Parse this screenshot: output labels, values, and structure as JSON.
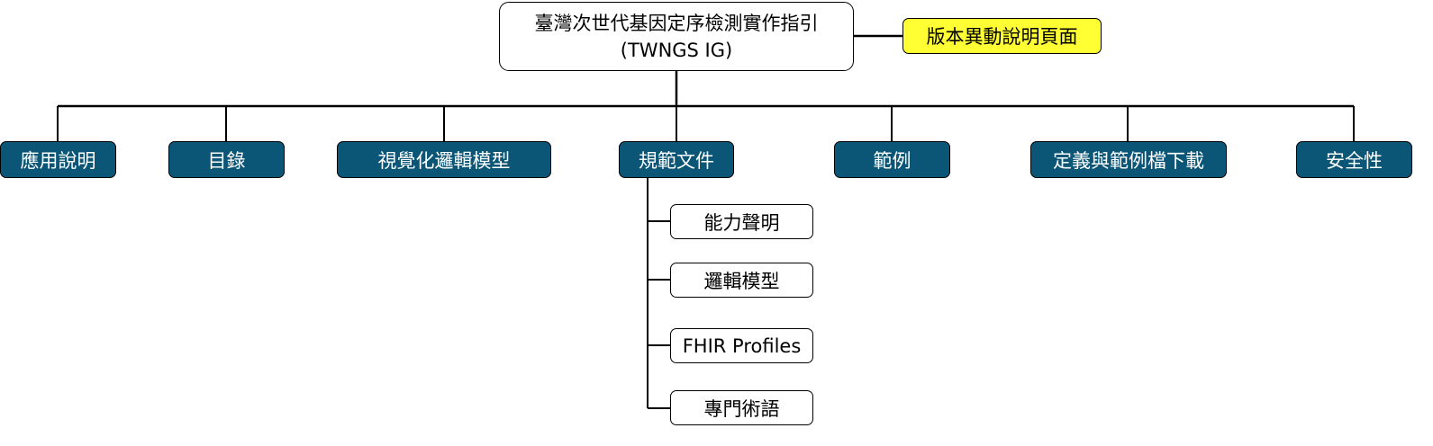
{
  "colors": {
    "section_fill": "#0b5676",
    "highlight_fill": "#ffff33",
    "line": "#000000"
  },
  "root": {
    "title_line1": "臺灣次世代基因定序檢測實作指引",
    "title_line2": "(TWNGS IG)"
  },
  "version_note": "版本異動說明頁面",
  "sections": [
    {
      "label": "應用說明"
    },
    {
      "label": "目錄"
    },
    {
      "label": "視覺化邏輯模型"
    },
    {
      "label": "規範文件"
    },
    {
      "label": "範例"
    },
    {
      "label": "定義與範例檔下載"
    },
    {
      "label": "安全性"
    }
  ],
  "spec_children": [
    {
      "label": "能力聲明"
    },
    {
      "label": "邏輯模型"
    },
    {
      "label": "FHIR Profiles"
    },
    {
      "label": "專門術語"
    }
  ]
}
